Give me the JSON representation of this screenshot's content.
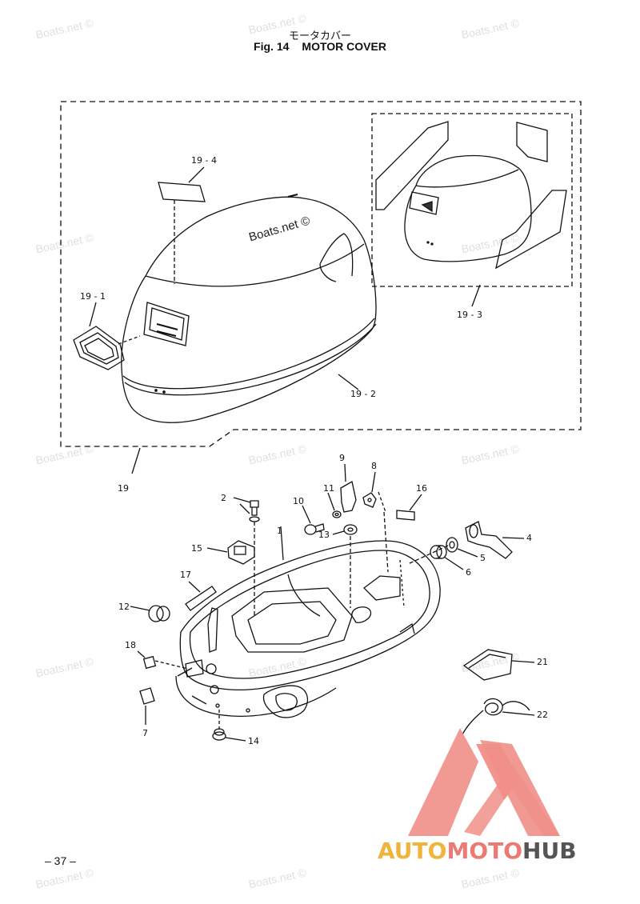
{
  "title": {
    "japanese": "モータカバー",
    "fig_number": "Fig. 14",
    "name": "MOTOR COVER"
  },
  "watermark_text": "Boats.net ©",
  "callouts": {
    "c19": "19",
    "c19_1": "19 - 1",
    "c19_2": "19 - 2",
    "c19_3": "19 - 3",
    "c19_4": "19 - 4",
    "c1": "1",
    "c2": "2",
    "c4": "4",
    "c5": "5",
    "c6": "6",
    "c7": "7",
    "c8": "8",
    "c9": "9",
    "c10": "10",
    "c11": "11",
    "c12": "12",
    "c13": "13",
    "c14": "14",
    "c15": "15",
    "c16": "16",
    "c17": "17",
    "c18": "18",
    "c21": "21",
    "c22": "22"
  },
  "page_number": "– 37 –",
  "brand": {
    "part1": "AUTO",
    "part2": "MOTO",
    "part3": "HUB",
    "colors": {
      "auto": "#f0b33c",
      "moto": "#ec7a74",
      "hub": "#555555",
      "logo_triangle": "#f08f88"
    }
  }
}
